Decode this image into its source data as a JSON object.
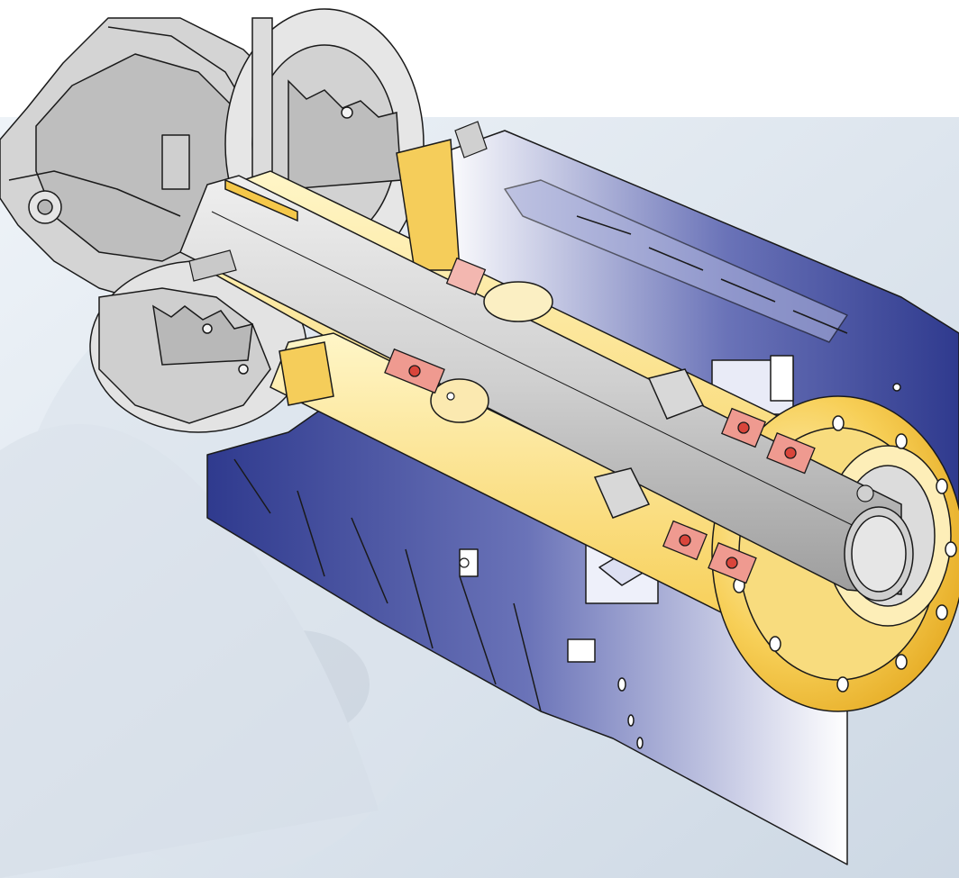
{
  "illustration": {
    "kind": "cutaway",
    "subject_parts": [
      "housing",
      "shaft",
      "end-flange",
      "bearings",
      "seals",
      "rear-gear",
      "rear-drive-unit",
      "screws"
    ],
    "colors": {
      "page_background": "#ffffff",
      "backdrop_light": "#eef3f8",
      "backdrop_mid": "#cdd8e4",
      "housing_dark": "#2f3a8e",
      "housing_mid": "#6a73b8",
      "housing_light": "#ffffff",
      "brass_light": "#fff6c8",
      "brass_mid": "#f7cf57",
      "brass_dark": "#e3a61c",
      "seal_red": "#d9453b",
      "seal_light": "#f6c2bd",
      "steel_light": "#efefef",
      "steel_mid": "#cfcfcf",
      "steel_dark": "#9d9d9d",
      "outline": "#1a1a1a"
    }
  }
}
